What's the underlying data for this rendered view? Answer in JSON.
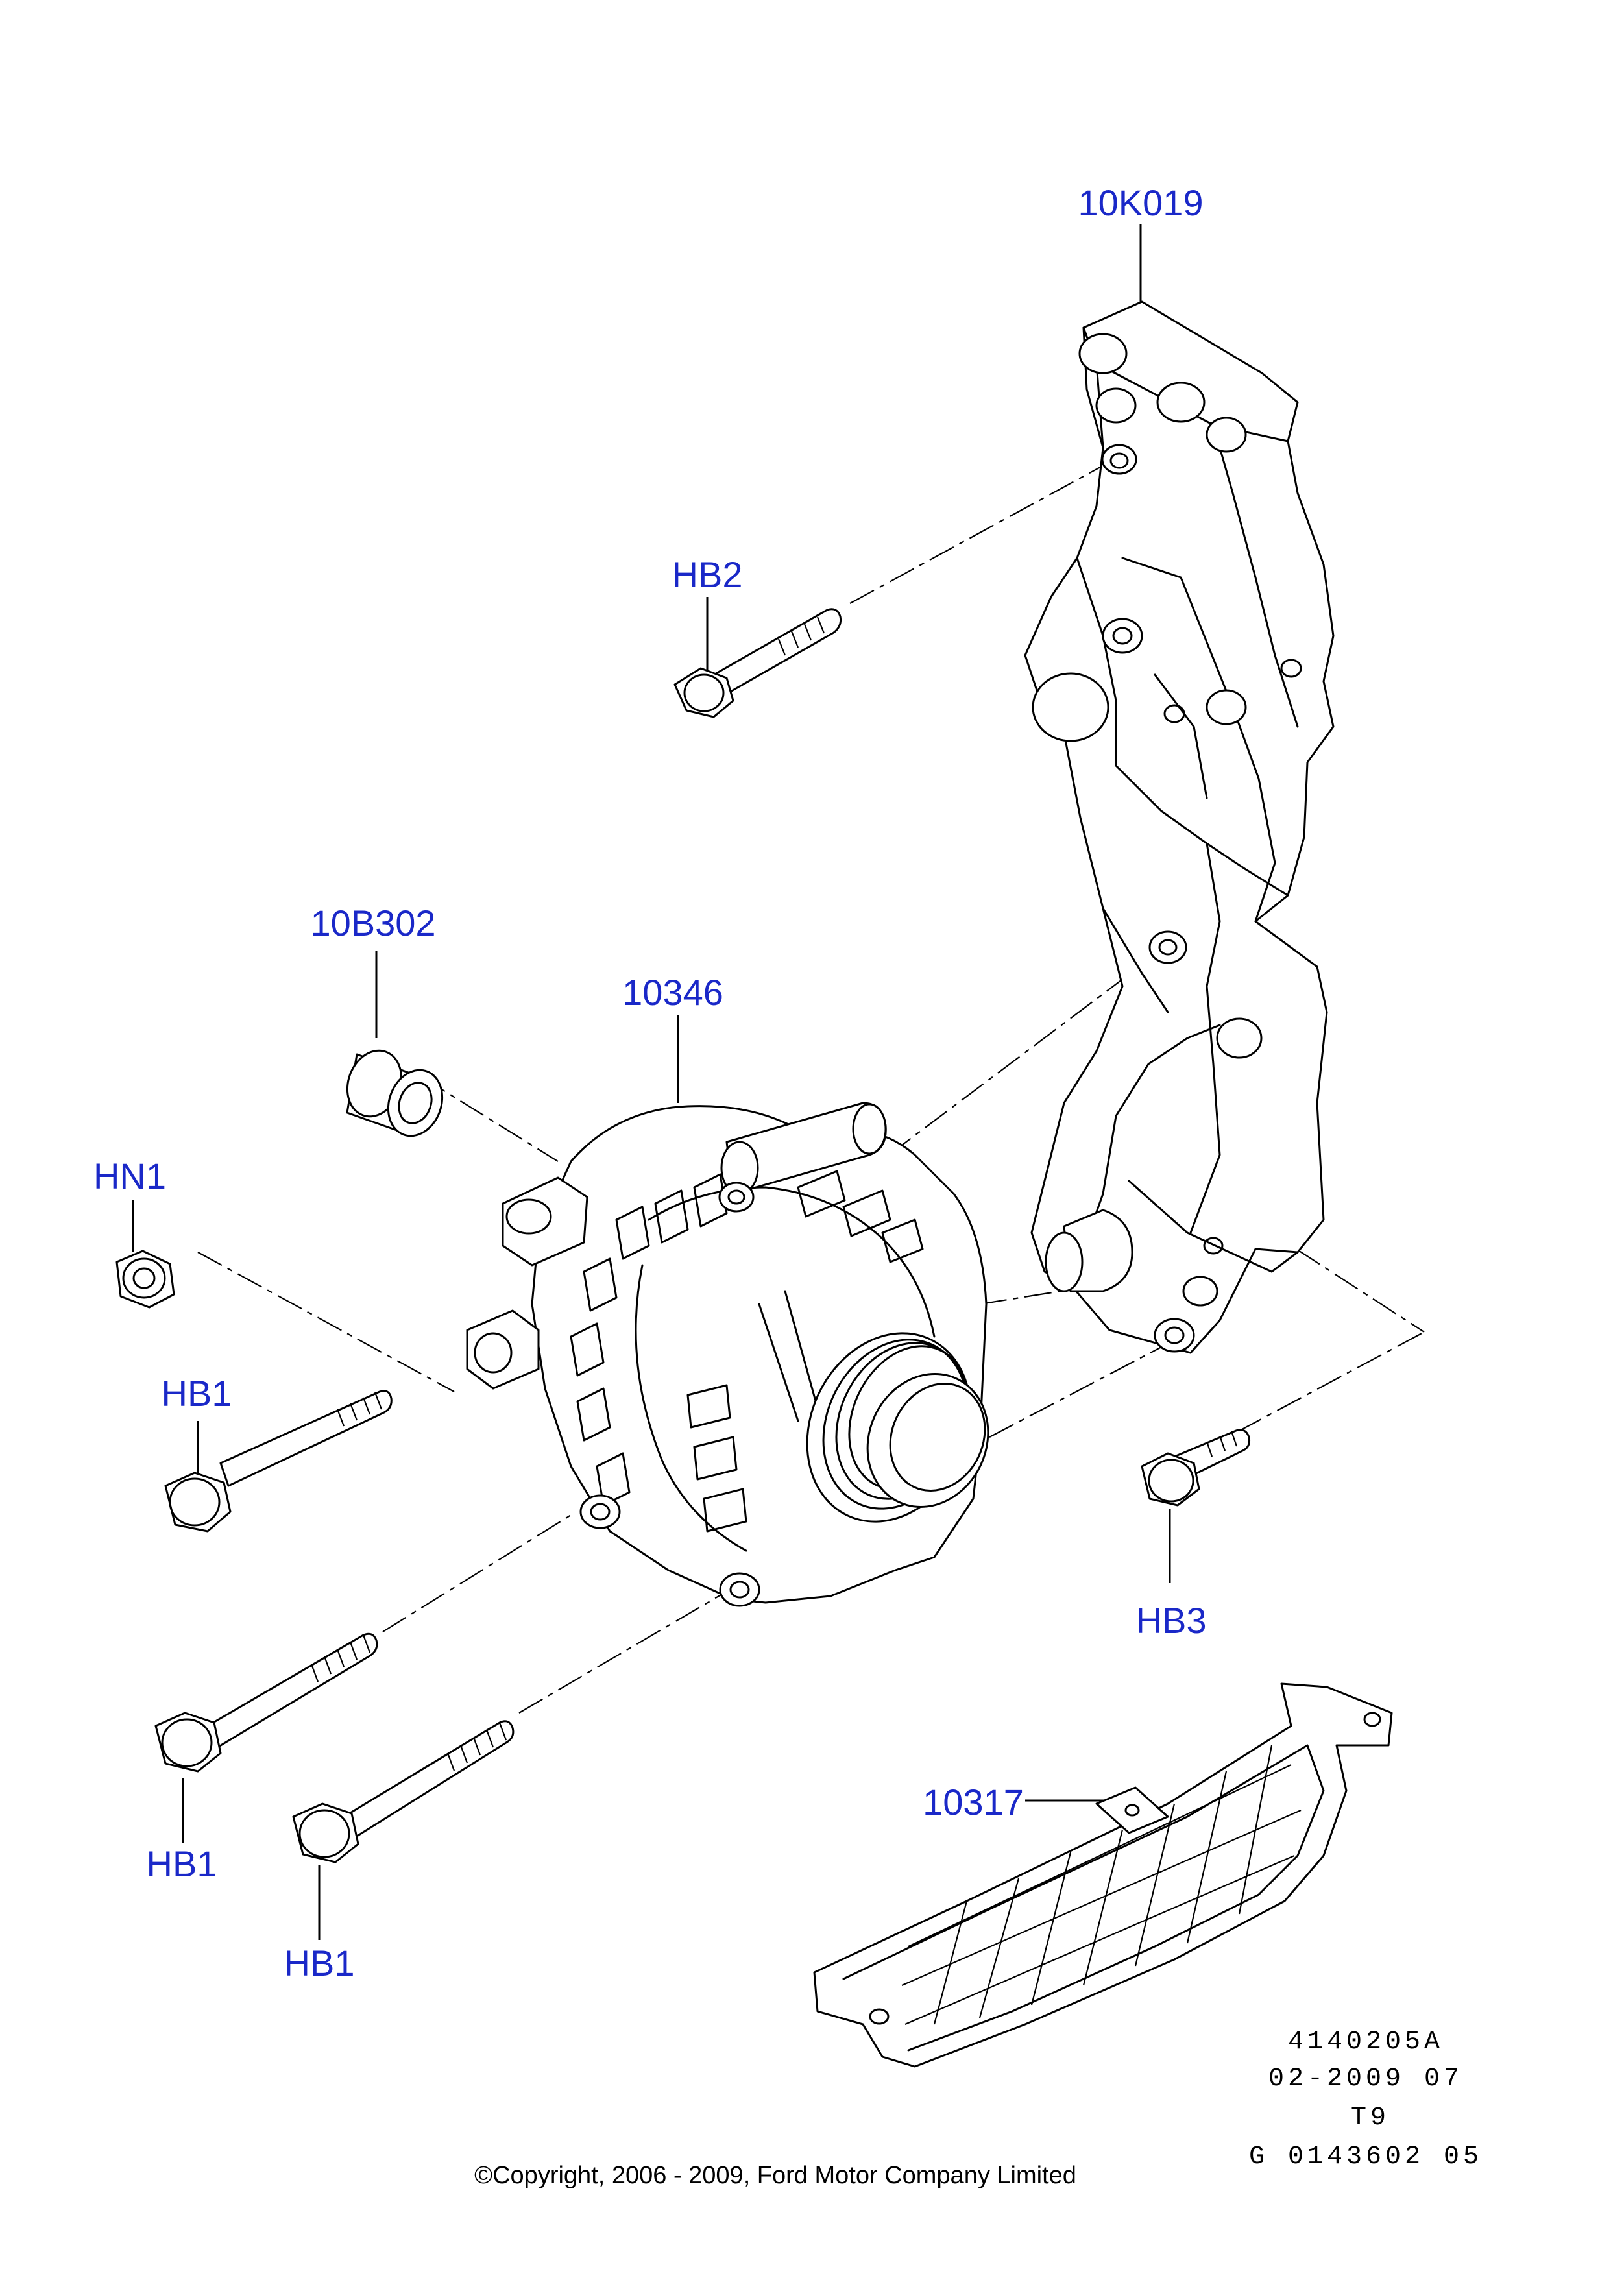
{
  "diagram": {
    "parts": [
      {
        "id": "bracket",
        "label": "10K019"
      },
      {
        "id": "bolt_hb2",
        "label": "HB2"
      },
      {
        "id": "spacer",
        "label": "10B302"
      },
      {
        "id": "alternator",
        "label": "10346"
      },
      {
        "id": "nut_hn1",
        "label": "HN1"
      },
      {
        "id": "bolt_hb1_upper",
        "label": "HB1"
      },
      {
        "id": "bolt_hb3",
        "label": "HB3"
      },
      {
        "id": "shield",
        "label": "10317"
      },
      {
        "id": "bolt_hb1_lower_left",
        "label": "HB1"
      },
      {
        "id": "bolt_hb1_lower_right",
        "label": "HB1"
      }
    ],
    "reference": {
      "line1": "4140205A",
      "line2": "02-2009 07",
      "line3": "T9",
      "line4": "G 0143602 05"
    },
    "copyright": "©Copyright, 2006 - 2009, Ford Motor Company Limited",
    "colors": {
      "label": "#1a28c8",
      "line": "#000000",
      "background": "#ffffff"
    }
  }
}
